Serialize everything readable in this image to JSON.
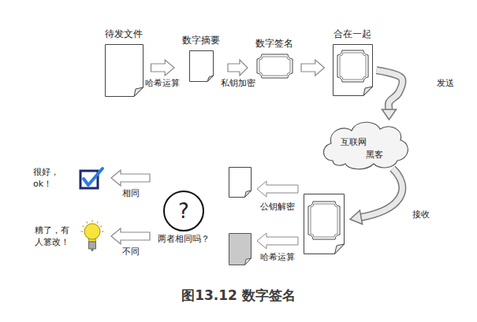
{
  "diagram": {
    "caption": "图13.12 数字签名",
    "nodes": [
      {
        "text": [
          "待发文件"
        ]
      },
      {
        "text": [
          "数字摘要"
        ]
      },
      {
        "text": [
          "数字签名"
        ]
      },
      {
        "text": [
          "合在一起"
        ]
      },
      {
        "text": [
          "互联网",
          "黑客"
        ]
      },
      {
        "text": [
          "?",
          "两者相同吗？"
        ]
      },
      {
        "text": [
          "很好， ok！"
        ]
      },
      {
        "text": [
          "糟了，有 人篡改！"
        ]
      }
    ],
    "edges": [
      {
        "from": 0,
        "to": 1,
        "label": "哈希运算",
        "arrow": "to"
      },
      {
        "from": 1,
        "to": 2,
        "label": "私钥加密",
        "arrow": "to"
      },
      {
        "from": 2,
        "to": 3,
        "arrow": "to"
      },
      {
        "from": 3,
        "to": 4,
        "label": "发送",
        "arrow": "to"
      },
      {
        "from": 5,
        "to": 6,
        "label": "相同",
        "arrow": "to"
      },
      {
        "from": 5,
        "to": 7,
        "label": "不同",
        "arrow": "to"
      }
    ],
    "labels": [
      "接收",
      "公钥解密",
      "哈希运算"
    ]
  }
}
